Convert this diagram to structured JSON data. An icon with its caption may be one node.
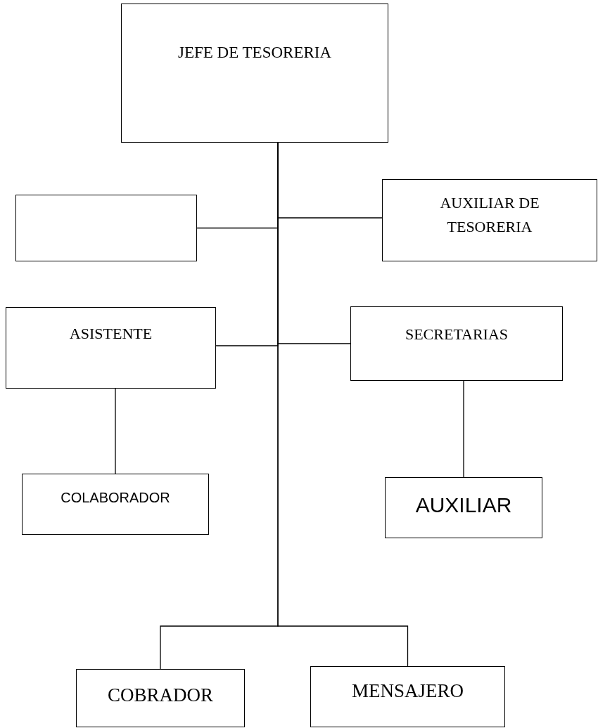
{
  "diagram": {
    "nodes": [
      {
        "text": [
          "JEFE DE TESORERIA"
        ]
      },
      {
        "text": [],
        "shape": "box"
      },
      {
        "text": [
          "AUXILIAR DE TESORERIA"
        ]
      },
      {
        "text": [
          "ASISTENTE"
        ]
      },
      {
        "text": [
          "SECRETARIAS"
        ]
      },
      {
        "text": [
          "COLABORADOR"
        ]
      },
      {
        "text": [
          "AUXILIAR"
        ]
      },
      {
        "text": [
          "COBRADOR"
        ]
      },
      {
        "text": [
          "MENSAJERO"
        ]
      }
    ],
    "edges": [
      {
        "from": 0,
        "to": 1,
        "arrow": "none"
      },
      {
        "from": 0,
        "to": 2,
        "arrow": "none"
      },
      {
        "from": 0,
        "to": 3,
        "arrow": "none"
      },
      {
        "from": 0,
        "to": 4,
        "arrow": "none"
      },
      {
        "from": 3,
        "to": 5,
        "arrow": "none"
      },
      {
        "from": 4,
        "to": 6,
        "arrow": "none"
      },
      {
        "from": 0,
        "to": 7,
        "arrow": "none"
      },
      {
        "from": 0,
        "to": 8,
        "arrow": "none"
      }
    ]
  }
}
